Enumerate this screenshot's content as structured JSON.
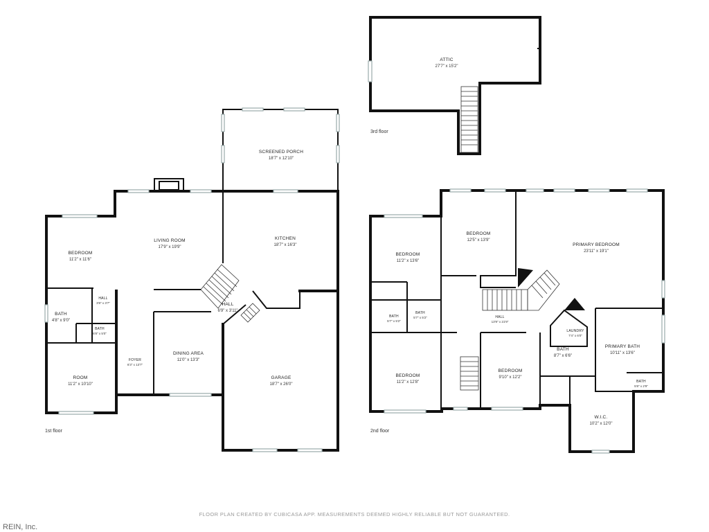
{
  "floors": [
    {
      "label": "1st floor"
    },
    {
      "label": "2nd floor"
    },
    {
      "label": "3rd floor"
    }
  ],
  "rooms": {
    "f1_bedroom": {
      "name": "BEDROOM",
      "dims": "11'2\" x 11'6\""
    },
    "f1_hall_small": {
      "name": "HALL",
      "dims": "3'8\" x 3'7\""
    },
    "f1_bath_a": {
      "name": "BATH",
      "dims": "4'8\" x 9'0\""
    },
    "f1_bath_b": {
      "name": "BATH",
      "dims": "6'8\" x 5'0\""
    },
    "f1_room": {
      "name": "ROOM",
      "dims": "11'2\" x 10'10\""
    },
    "f1_foyer": {
      "name": "FOYER",
      "dims": "6'3\" x 13'7\""
    },
    "f1_living": {
      "name": "LIVING ROOM",
      "dims": "17'9\" x 19'9\""
    },
    "f1_dining": {
      "name": "DINING AREA",
      "dims": "11'0\" x 13'3\""
    },
    "f1_hall": {
      "name": "HALL",
      "dims": "6'9\" x 3'11\""
    },
    "f1_kitchen": {
      "name": "KITCHEN",
      "dims": "18'7\" x 16'3\""
    },
    "f1_porch": {
      "name": "SCREENED PORCH",
      "dims": "18'7\" x 12'10\""
    },
    "f1_garage": {
      "name": "GARAGE",
      "dims": "18'7\" x 26'0\""
    },
    "f2_bedroom_a": {
      "name": "BEDROOM",
      "dims": "11'2\" x 13'6\""
    },
    "f2_bedroom_b": {
      "name": "BEDROOM",
      "dims": "12'5\" x 13'9\""
    },
    "f2_primary": {
      "name": "PRIMARY BEDROOM",
      "dims": "23'11\" x 19'1\""
    },
    "f2_bath_a": {
      "name": "BATH",
      "dims": "5'7\" x 5'2\""
    },
    "f2_bath_b": {
      "name": "BATH",
      "dims": "5'7\" x 5'2\""
    },
    "f2_hall": {
      "name": "HALL",
      "dims": "13'9\" x 21'9\""
    },
    "f2_laundry": {
      "name": "LAUNDRY",
      "dims": "7'4\" x 6'0\""
    },
    "f2_bath_c": {
      "name": "BATH",
      "dims": "8'7\" x 6'6\""
    },
    "f2_primary_bath": {
      "name": "PRIMARY BATH",
      "dims": "10'11\" x 13'6\""
    },
    "f2_bath_d": {
      "name": "BATH",
      "dims": "5'8\" x 2'9\""
    },
    "f2_bedroom_c": {
      "name": "BEDROOM",
      "dims": "11'2\" x 12'8\""
    },
    "f2_bedroom_d": {
      "name": "BEDROOM",
      "dims": "9'10\" x 12'2\""
    },
    "f2_wic": {
      "name": "W.I.C.",
      "dims": "10'2\" x 12'0\""
    },
    "f3_attic": {
      "name": "ATTIC",
      "dims": "27'7\" x 15'2\""
    }
  },
  "footer": "FLOOR PLAN CREATED BY CUBICASA APP. MEASUREMENTS DEEMED HIGHLY RELIABLE BUT NOT GUARANTEED.",
  "brand": "REIN, Inc."
}
